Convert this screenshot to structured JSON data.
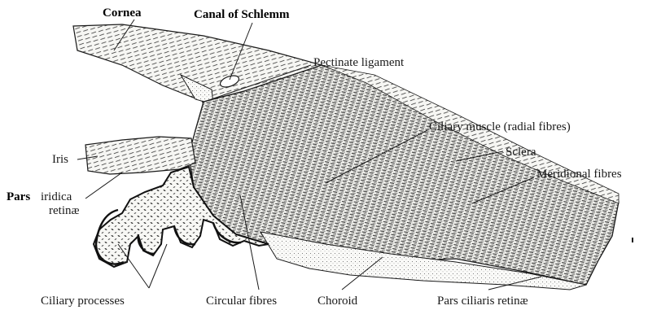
{
  "labels": {
    "cornea": "Cornea",
    "canal_of_schlemm": "Canal of Schlemm",
    "pectinate_ligament": "Pectinate ligament",
    "ciliary_muscle": "Ciliary muscle (radial fibres)",
    "sclera": "Sclera",
    "meridional_fibres": "Meridional fibres",
    "iris": "Iris",
    "pars_iridica_bold": "Pars",
    "pars_iridica_rest": "iridica",
    "retinae_iridica": "retinæ",
    "ciliary_processes": "Ciliary processes",
    "circular_fibres": "Circular fibres",
    "choroid": "Choroid",
    "pars_ciliaris_retinae": "Pars ciliaris retinæ"
  },
  "colors": {
    "ink": "#1a1a1a",
    "tissue": "#f4f4f1",
    "paper": "#ffffff"
  }
}
